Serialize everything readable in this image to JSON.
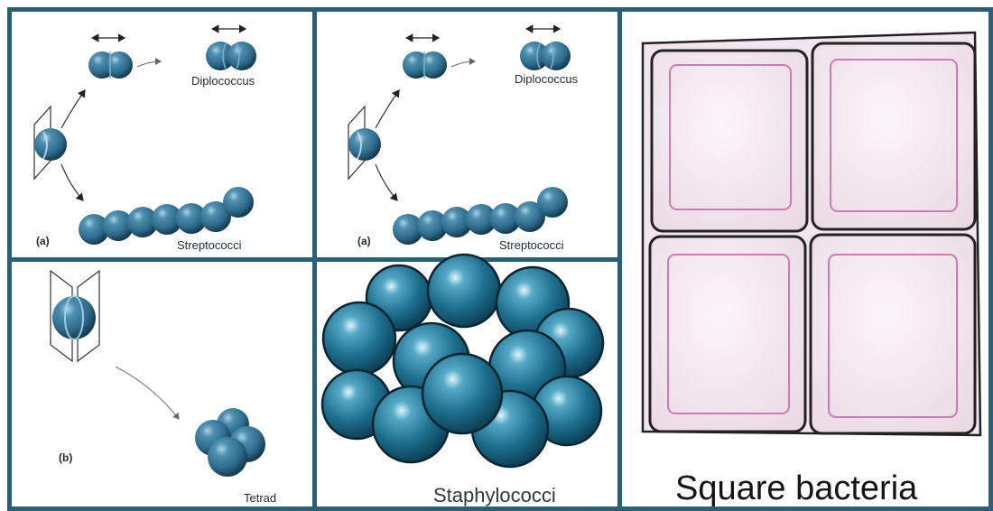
{
  "panels": {
    "left_top": {
      "tag": "(a)",
      "diplo": "Diplococcus",
      "strepto": "Streptococci"
    },
    "left_bottom": {
      "tag": "(b)",
      "tetrad": "Tetrad"
    },
    "mid_top": {
      "tag": "(a)",
      "diplo": "Diplococcus",
      "strepto": "Streptococci"
    },
    "mid_bottom": {
      "caption": "Staphylococci"
    },
    "right": {
      "caption": "Square bacteria"
    }
  },
  "colors": {
    "frame": "#2b5f78",
    "coccus": "#2e6a8c",
    "coccus_dark": "#163c52",
    "staph": "#1d6f8e",
    "square_fill": "#f6eef3",
    "square_inner": "#d07ab4"
  },
  "icons": [
    "division-plane-icon",
    "arrow-icon",
    "double-arrow-icon"
  ]
}
